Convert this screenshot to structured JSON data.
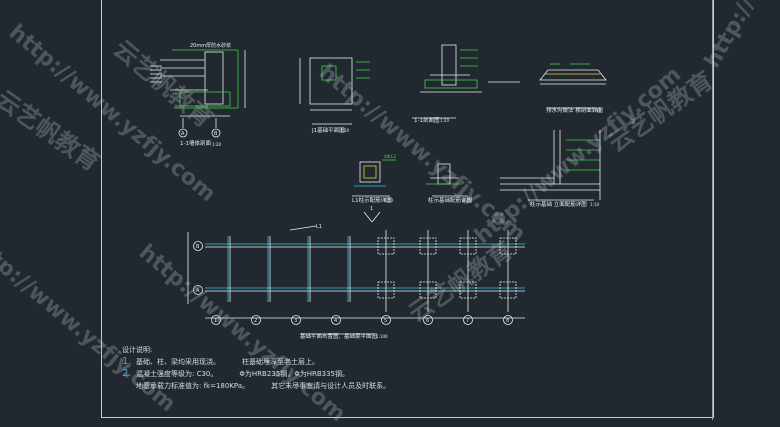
{
  "notes": {
    "heading": "设计说明:",
    "item1_num": "1.",
    "item1_text": "基础、柱、梁均采用现浇。",
    "item1_right": "柱基础埋深至老土层上。",
    "item2_num": "2.",
    "item2_text": "混凝土强度等级为: C30。",
    "item2_right": "Φ为HRB235钢，Φ为HRB335钢。",
    "item3_text": "地基承载力标准值为: fk=180KPa。",
    "item3_right": "其它未尽事宜请与设计人员及时联系。"
  },
  "drawings": {
    "wall_section_title": "1-1墙体剖面",
    "wall_section_scale": "1:20",
    "wall_section_top_label": "20mm厚防水砂浆",
    "footing_plan_title": "J1基础平面图",
    "footing_plan_scale": "1:20",
    "footing_section_title": "1-1剖面图",
    "footing_section_scale": "1:20",
    "gutter_title": "排水沟做法 横剖面详图",
    "gutter_scale": "1:10",
    "column_title": "L1柱示配筋详图",
    "column_scale": "1:20",
    "column_note": "4Φ12",
    "column2_title": "柱示基础配筋详图",
    "column2_scale": "1:20",
    "corner_title": "柱示基础 立面配筋详图",
    "corner_scale": "1:10",
    "plan_title": "基础平面布置图、基础梁平面图",
    "plan_scale": "1:100",
    "beam_tag": "L1",
    "axis_b": "B",
    "axis_a": "A",
    "axis_left_1": "1",
    "axis_left_2": "2",
    "axis_nums": [
      "1",
      "2",
      "3",
      "4",
      "5",
      "6",
      "7",
      "8"
    ],
    "section_marker": "1"
  },
  "watermarks": {
    "url": "http://www.yzfjy.com",
    "brand": "云艺帆教育"
  },
  "colors": {
    "background": "#212830",
    "line_white": "#e8ecef",
    "line_green": "#3fd24a",
    "line_cyan": "#35c6d8",
    "line_yellow": "#e0d24a",
    "line_blue": "#3aa9e8"
  }
}
